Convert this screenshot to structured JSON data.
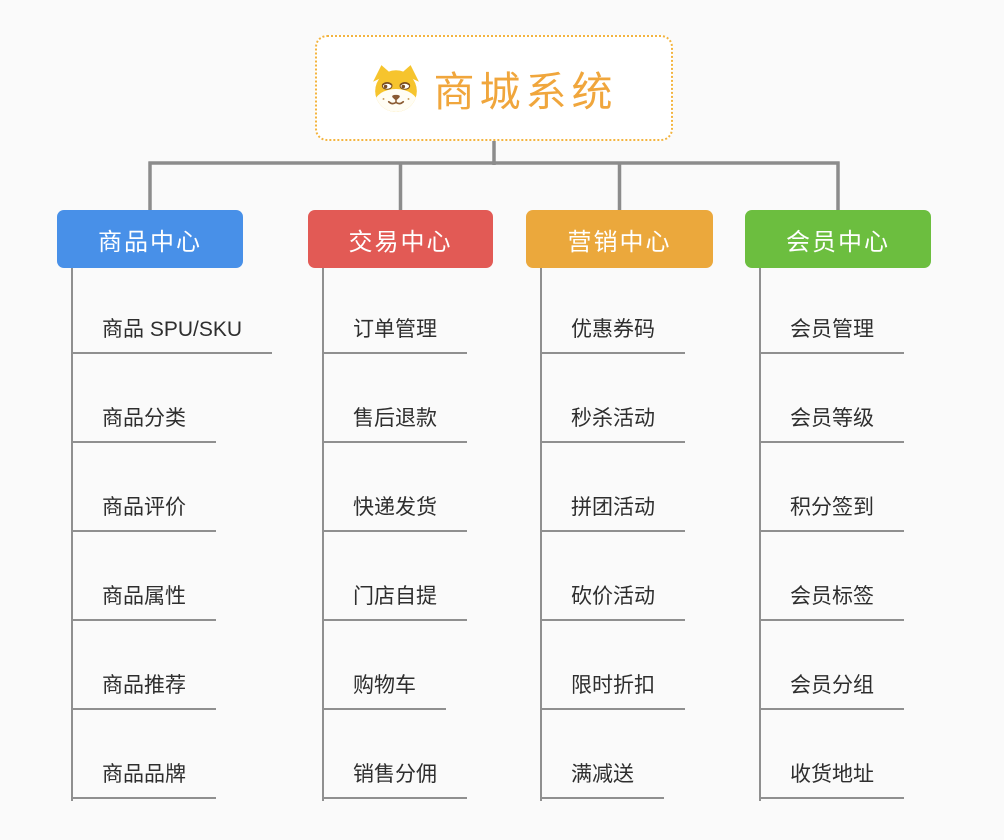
{
  "root": {
    "title": "商城系统",
    "icon": "shiba-dog-icon",
    "border_color": "#f3b43f",
    "title_color": "#f0a63c"
  },
  "branches": [
    {
      "label": "商品中心",
      "color": "#4890e8",
      "items": [
        "商品 SPU/SKU",
        "商品分类",
        "商品评价",
        "商品属性",
        "商品推荐",
        "商品品牌"
      ]
    },
    {
      "label": "交易中心",
      "color": "#e25a55",
      "items": [
        "订单管理",
        "售后退款",
        "快递发货",
        "门店自提",
        "购物车",
        "销售分佣"
      ]
    },
    {
      "label": "营销中心",
      "color": "#eba83c",
      "items": [
        "优惠券码",
        "秒杀活动",
        "拼团活动",
        "砍价活动",
        "限时折扣",
        "满减送"
      ]
    },
    {
      "label": "会员中心",
      "color": "#6cbe3f",
      "items": [
        "会员管理",
        "会员等级",
        "积分签到",
        "会员标签",
        "会员分组",
        "收货地址"
      ]
    }
  ],
  "colors": {
    "background": "#fafafa",
    "connector_line": "#8c8c8c",
    "leaf_underline": "#8f8f8f",
    "leaf_text": "#2e2e2e",
    "branch_text": "#ffffff"
  }
}
